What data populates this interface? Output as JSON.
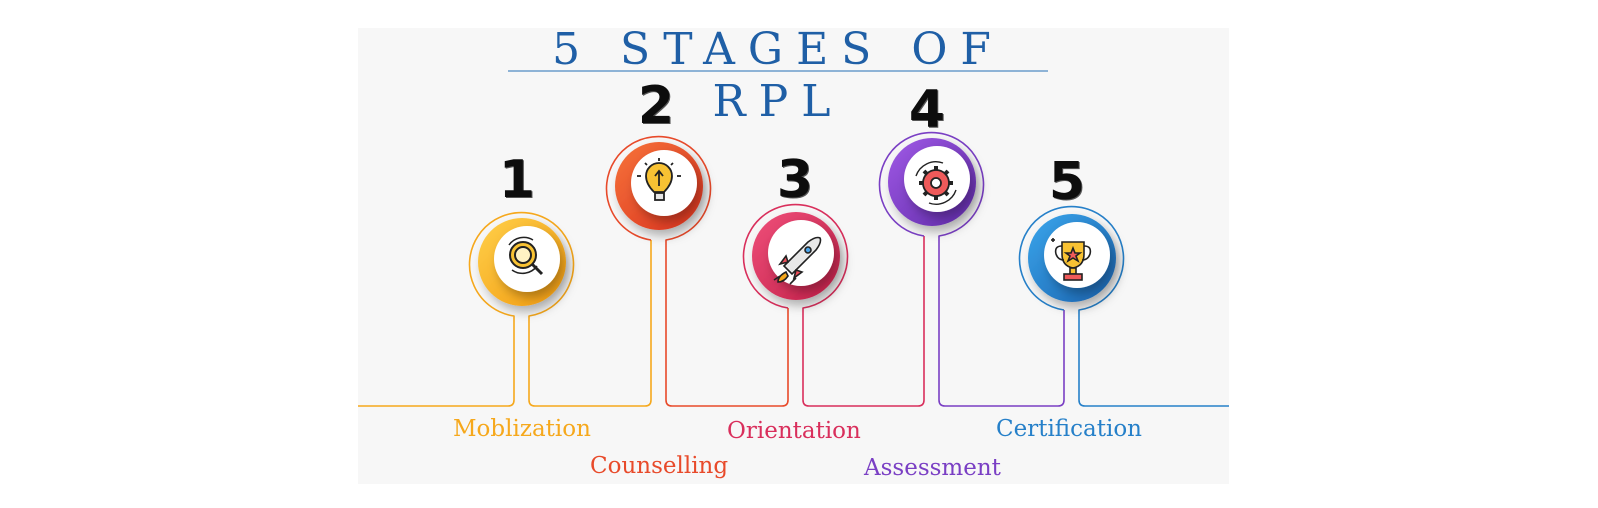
{
  "title": "5 STAGES OF RPL",
  "stages": [
    {
      "number": "1",
      "label": "Moblization",
      "color": "#f6a81c",
      "icon": "magnifier-refresh-icon"
    },
    {
      "number": "2",
      "label": "Counselling",
      "color": "#e84a2a",
      "icon": "lightbulb-icon"
    },
    {
      "number": "3",
      "label": "Orientation",
      "color": "#d92f5c",
      "icon": "rocket-icon"
    },
    {
      "number": "4",
      "label": "Assessment",
      "color": "#7a3fc4",
      "icon": "gear-icon"
    },
    {
      "number": "5",
      "label": "Certification",
      "color": "#2680c9",
      "icon": "trophy-icon"
    }
  ]
}
